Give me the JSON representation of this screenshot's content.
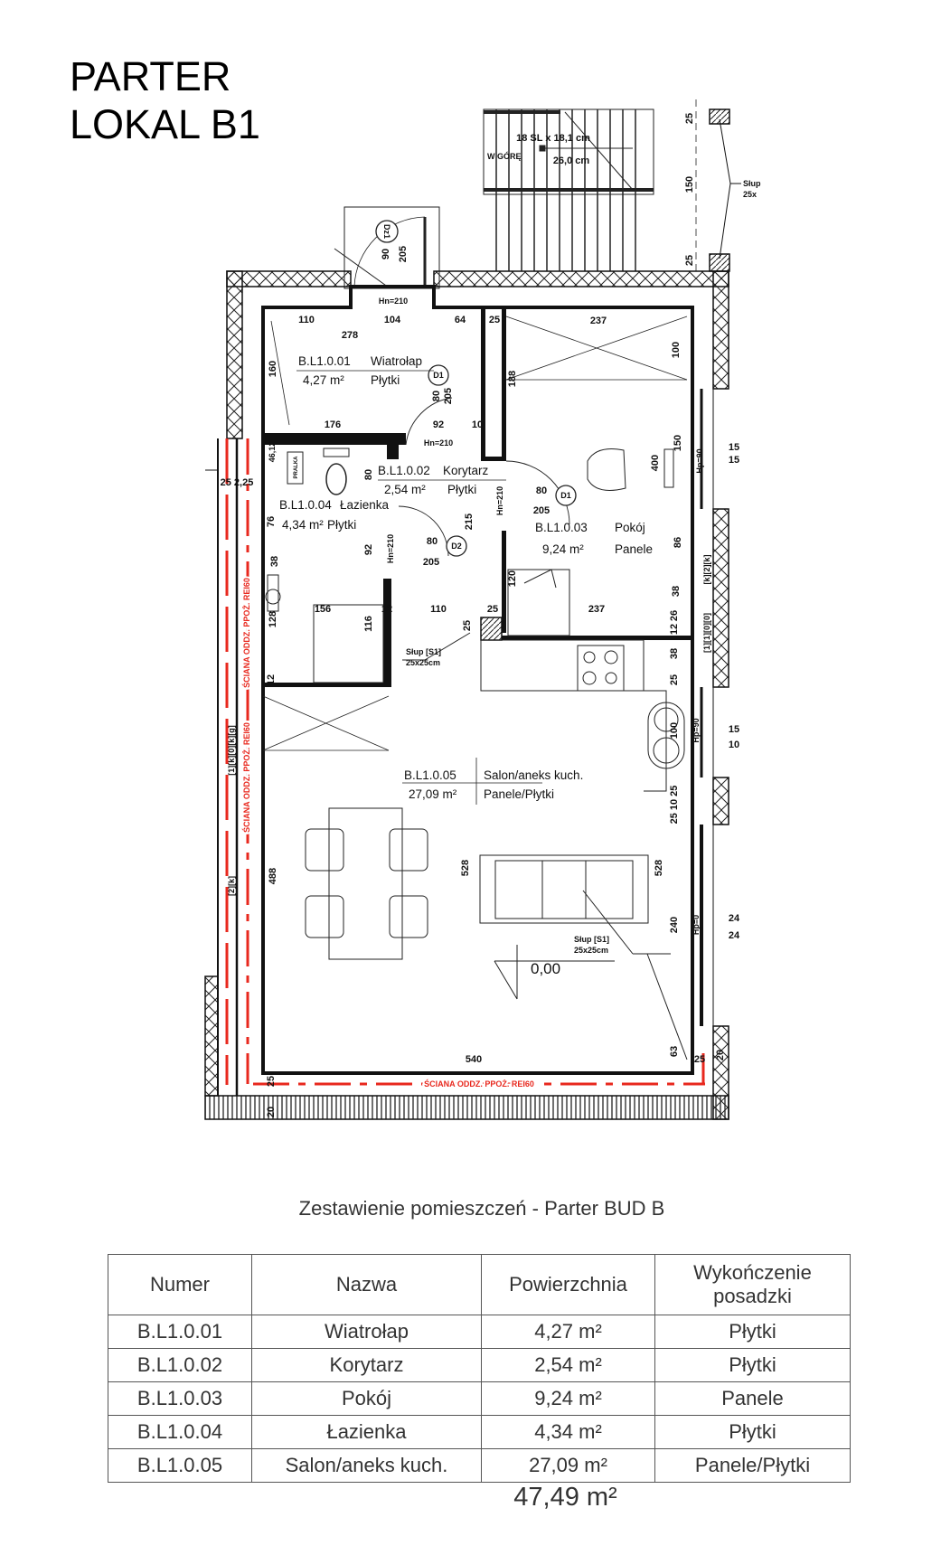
{
  "header": {
    "line1": "PARTER",
    "line2": "LOKAL B1"
  },
  "colors": {
    "fire_wall": "#e8281e",
    "ink": "#111111",
    "table_text": "#333333"
  },
  "schedule": {
    "title": "Zestawienie pomieszczeń - Parter BUD B",
    "columns": [
      "Numer",
      "Nazwa",
      "Powierzchnia",
      "Wykończenie posadzki"
    ],
    "rows": [
      {
        "number": "B.L1.0.01",
        "name": "Wiatrołap",
        "area": "4,27 m²",
        "finish": "Płytki"
      },
      {
        "number": "B.L1.0.02",
        "name": "Korytarz",
        "area": "2,54 m²",
        "finish": "Płytki"
      },
      {
        "number": "B.L1.0.03",
        "name": "Pokój",
        "area": "9,24 m²",
        "finish": "Panele"
      },
      {
        "number": "B.L1.0.04",
        "name": "Łazienka",
        "area": "4,34 m²",
        "finish": "Płytki"
      },
      {
        "number": "B.L1.0.05",
        "name": "Salon/aneks kuch.",
        "area": "27,09 m²",
        "finish": "Panele/Płytki"
      }
    ],
    "total": "47,49 m²"
  },
  "plan": {
    "dims": [
      "110",
      "104",
      "64",
      "25",
      "237",
      "278",
      "160",
      "176",
      "92",
      "10",
      "188",
      "100",
      "150",
      "400",
      "80",
      "80",
      "205",
      "215",
      "80",
      "205",
      "92",
      "86",
      "120",
      "38",
      "38",
      "76",
      "80",
      "205",
      "90",
      "205",
      "156",
      "12",
      "110",
      "25",
      "237",
      "128",
      "116",
      "12",
      "25",
      "26",
      "12",
      "38",
      "25",
      "100",
      "25 10 25",
      "528",
      "528",
      "488",
      "240",
      "540",
      "63",
      "25",
      "20",
      "25",
      "20",
      "25",
      "150",
      "25",
      "15",
      "15",
      "15",
      "10",
      "24",
      "24",
      "25 2,25"
    ],
    "door_height": "Hn=210",
    "sill_90": "Hp=90",
    "sill_0": "Hp=0",
    "doors": {
      "dz1": "Dz1",
      "d1": "D1",
      "d2": "D2"
    },
    "stairs": {
      "steps": "18 SL x 18,1 cm",
      "tread": "26,0 cm",
      "direction": "W GÓRĘ"
    },
    "column": {
      "label": "Słup [S1]",
      "size": "25x25cm",
      "label_short": "Słup",
      "size_short": "25x"
    },
    "level": "0,00",
    "fire_wall": "ŚCIANA ODDZ. PPOŻ. REI60",
    "washer": "PRALKA",
    "gas": "46,12",
    "window_tags": [
      "[1][k][0][k][g]",
      "[2][k]",
      "[k][2][k]",
      "[1][1][0][0]"
    ]
  }
}
